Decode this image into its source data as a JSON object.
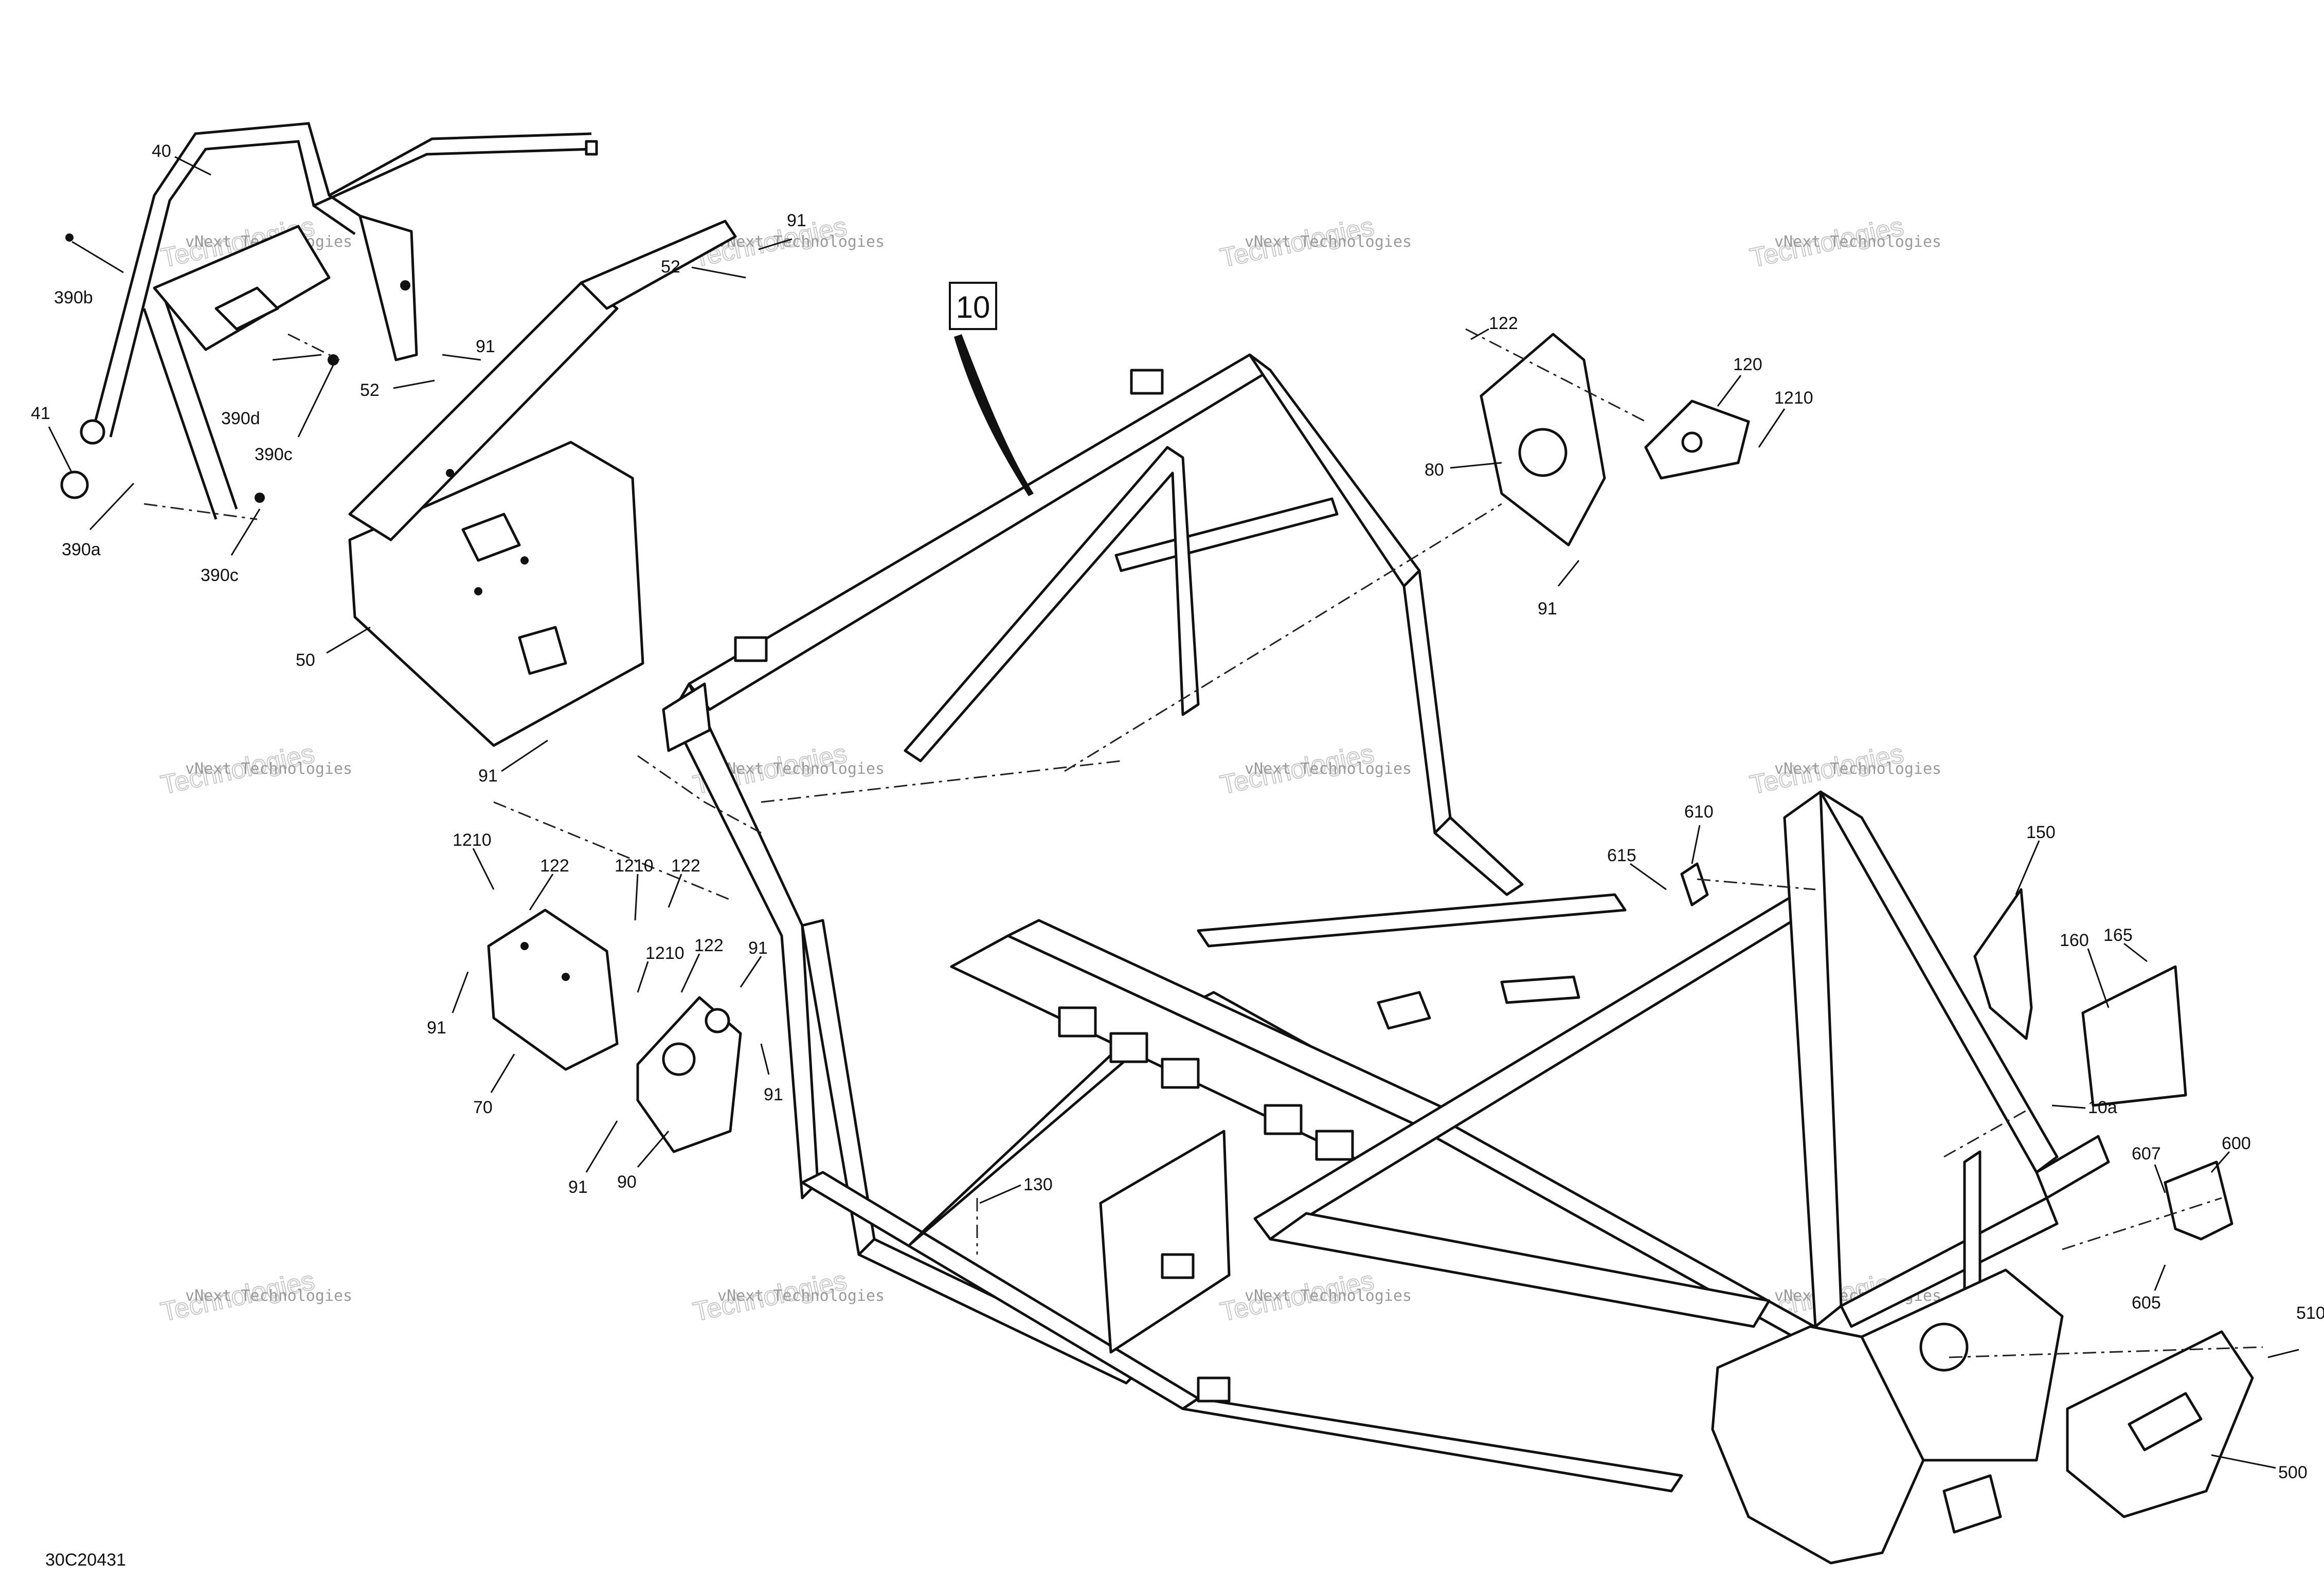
{
  "diagram": {
    "figure_number": "30C20431",
    "reference_callout": "10",
    "watermark": {
      "line1": "vNext Technologies",
      "line2": "Technologies"
    },
    "callouts": [
      {
        "id": "c40",
        "label": "40"
      },
      {
        "id": "c390b",
        "label": "390b"
      },
      {
        "id": "c41",
        "label": "41"
      },
      {
        "id": "c390a",
        "label": "390a"
      },
      {
        "id": "c390c-a",
        "label": "390c"
      },
      {
        "id": "c390d",
        "label": "390d"
      },
      {
        "id": "c390c-b",
        "label": "390c"
      },
      {
        "id": "c91-a",
        "label": "91"
      },
      {
        "id": "c52-a",
        "label": "52"
      },
      {
        "id": "c52-b",
        "label": "52"
      },
      {
        "id": "c91-b",
        "label": "91"
      },
      {
        "id": "c50",
        "label": "50"
      },
      {
        "id": "c91-c",
        "label": "91"
      },
      {
        "id": "c1210-a",
        "label": "1210"
      },
      {
        "id": "c122-a",
        "label": "122"
      },
      {
        "id": "c1210-b",
        "label": "1210"
      },
      {
        "id": "c122-b",
        "label": "122"
      },
      {
        "id": "c1210-c",
        "label": "1210"
      },
      {
        "id": "c122-c",
        "label": "122"
      },
      {
        "id": "c91-d",
        "label": "91"
      },
      {
        "id": "c91-e",
        "label": "91"
      },
      {
        "id": "c70",
        "label": "70"
      },
      {
        "id": "c91-f",
        "label": "91"
      },
      {
        "id": "c91-g",
        "label": "91"
      },
      {
        "id": "c90",
        "label": "90"
      },
      {
        "id": "c122-d",
        "label": "122"
      },
      {
        "id": "c120",
        "label": "120"
      },
      {
        "id": "c1210-d",
        "label": "1210"
      },
      {
        "id": "c80",
        "label": "80"
      },
      {
        "id": "c91-h",
        "label": "91"
      },
      {
        "id": "c610",
        "label": "610"
      },
      {
        "id": "c615",
        "label": "615"
      },
      {
        "id": "c150",
        "label": "150"
      },
      {
        "id": "c160",
        "label": "160"
      },
      {
        "id": "c165",
        "label": "165"
      },
      {
        "id": "c10a",
        "label": "10a"
      },
      {
        "id": "c607",
        "label": "607"
      },
      {
        "id": "c600",
        "label": "600"
      },
      {
        "id": "c605",
        "label": "605"
      },
      {
        "id": "c510",
        "label": "510"
      },
      {
        "id": "c500",
        "label": "500"
      },
      {
        "id": "c130",
        "label": "130"
      }
    ]
  }
}
